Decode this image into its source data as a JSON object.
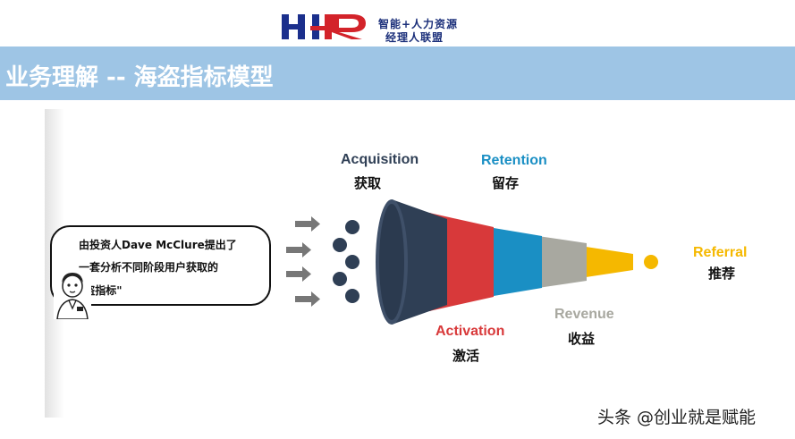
{
  "header": {
    "logo_mark": "HR",
    "org_line1": "智能+人力资源",
    "org_line2": "经理人联盟"
  },
  "title": "业务理解 -- 海盗指标模型",
  "bubble": {
    "line1": "由投资人Dave McClure提出了",
    "line2": "一套分析不同阶段用户获取的",
    "line3": "\"海盗指标\""
  },
  "stages": {
    "acquisition": {
      "en": "Acquisition",
      "cn": "获取",
      "color": "#2f3f55"
    },
    "retention": {
      "en": "Retention",
      "cn": "留存",
      "color": "#1a8fc4"
    },
    "activation": {
      "en": "Activation",
      "cn": "激活",
      "color": "#d8393a"
    },
    "revenue": {
      "en": "Revenue",
      "cn": "收益",
      "color": "#a8a8a0"
    },
    "referral": {
      "en": "Referral",
      "cn": "推荐",
      "color": "#f5b800"
    }
  },
  "watermark": "头条 @创业就是赋能"
}
